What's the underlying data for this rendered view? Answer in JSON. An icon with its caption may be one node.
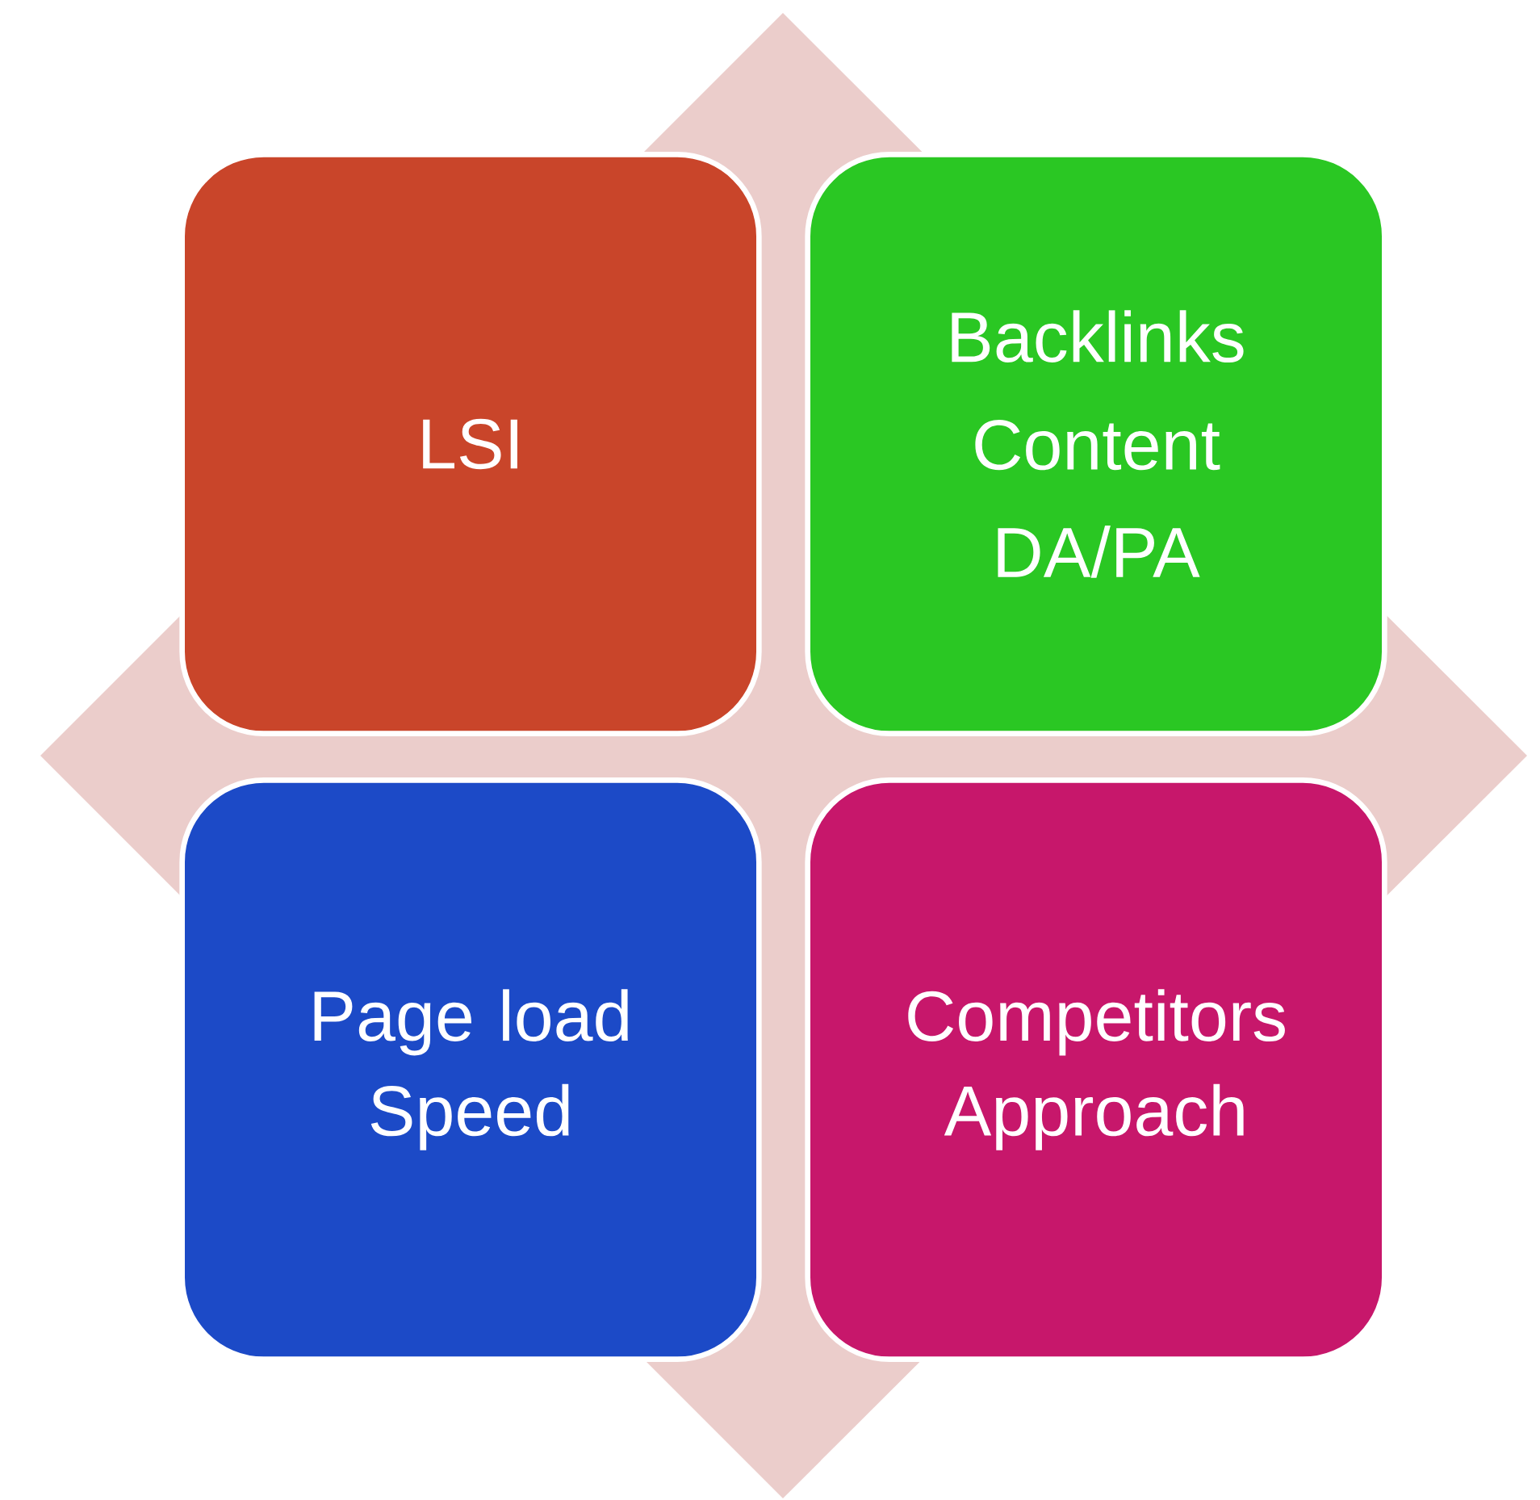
{
  "diagram": {
    "nodes": [
      {
        "text": [
          "LSI"
        ]
      },
      {
        "text": [
          "Backlinks",
          "Content",
          "DA/PA"
        ]
      },
      {
        "text": [
          "Page load Speed"
        ]
      },
      {
        "text": [
          "Competitors Approach"
        ]
      }
    ]
  }
}
